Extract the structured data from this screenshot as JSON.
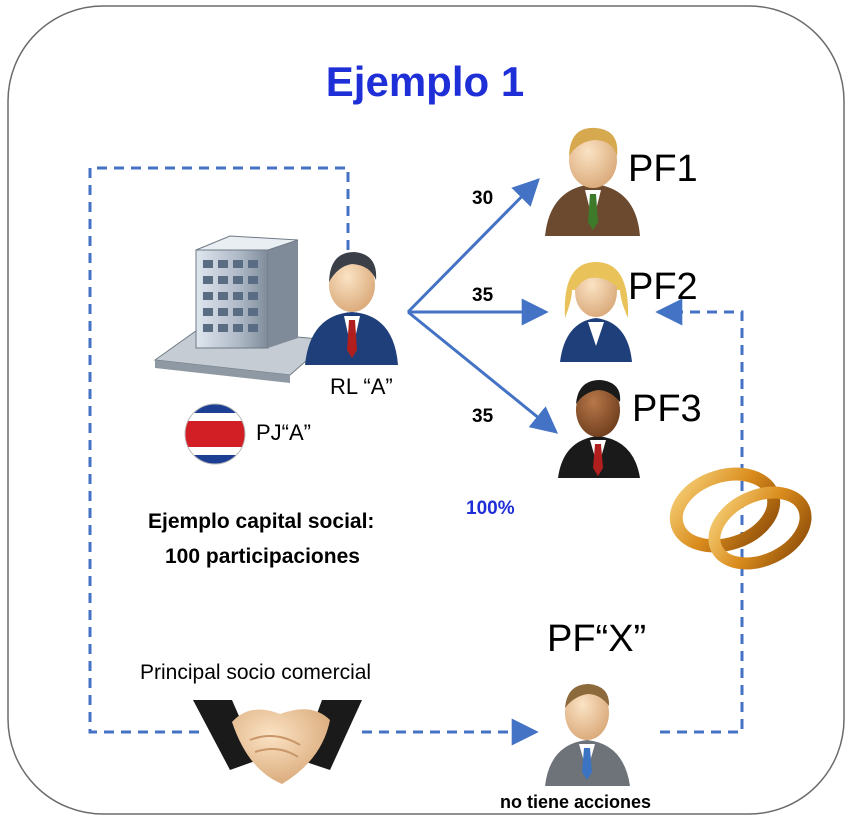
{
  "title": "Ejemplo 1",
  "company": {
    "name": "PJ“A”",
    "representative": "RL “A”",
    "capital_line1": "Ejemplo capital social:",
    "capital_line2": "100 participaciones",
    "flag_icon": "costa-rica-flag-icon"
  },
  "shareholders": [
    {
      "name": "PF1",
      "shares": "30"
    },
    {
      "name": "PF2",
      "shares": "35"
    },
    {
      "name": "PF3",
      "shares": "35"
    }
  ],
  "total": "100%",
  "partner": {
    "name": "PF“X”",
    "relation": "Principal socio comercial",
    "note": "no tiene acciones"
  },
  "colors": {
    "title": "#1f2fd8",
    "arrow": "#4472c4",
    "total": "#1f2fd8",
    "frame": "#6b6b6b"
  }
}
